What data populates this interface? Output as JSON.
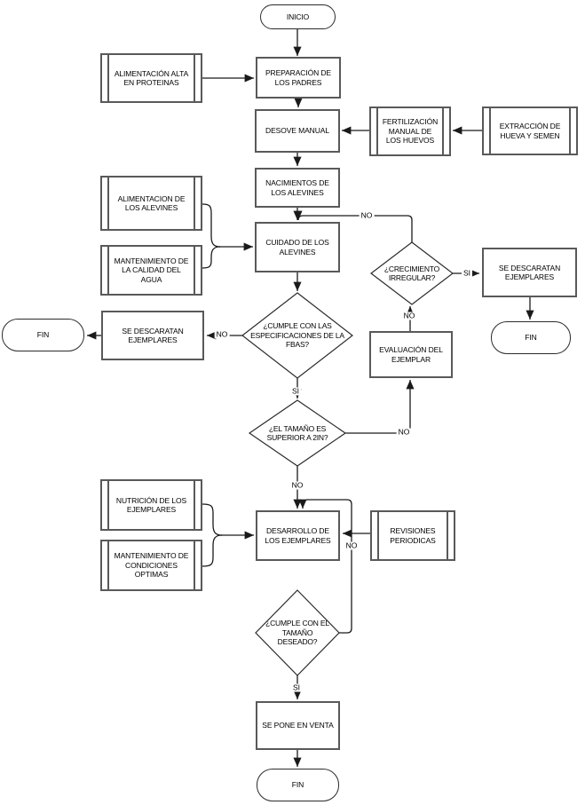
{
  "nodes": {
    "inicio": "INICIO",
    "alimentacion_alta": "ALIMENTACIÓN ALTA EN PROTEINAS",
    "preparacion_padres": "PREPARACIÓN DE LOS PADRES",
    "desove_manual": "DESOVE MANUAL",
    "fertilizacion_huevos": "FERTILIZACIÓN MANUAL DE LOS HUEVOS",
    "extraccion_hueva": "EXTRACCIÓN DE HUEVA Y SEMEN",
    "nacimientos_alevines": "NACIMIENTOS DE LOS ALEVINES",
    "alimentacion_alevines": "ALIMENTACION DE LOS ALEVINES",
    "mantenimiento_agua": "MANTENIMIENTO DE LA CALIDAD DEL AGUA",
    "cuidado_alevines": "CUIDADO DE LOS ALEVINES",
    "decision_fbas": "¿CUMPLE CON LAS ESPECIFICACIONES DE LA FBAS?",
    "se_descartan_izq": "SE DESCARATAN EJEMPLARES",
    "fin_izq": "FIN",
    "decision_crecimiento": "¿CRECIMIENTO IRREGULAR?",
    "se_descartan_der": "SE DESCARATAN EJEMPLARES",
    "fin_der": "FIN",
    "evaluacion_ejemplar": "EVALUACIÓN DEL EJEMPLAR",
    "decision_tamano_2in": "¿EL TAMAÑO ES SUPERIOR A 2IN?",
    "nutricion_ejemplares": "NUTRICIÓN DE LOS EJEMPLARES",
    "mantenimiento_condiciones": "MANTENIMIENTO DE CONDICIONES OPTIMAS",
    "desarrollo_ejemplares": "DESARROLLO DE LOS EJEMPLARES",
    "revisiones_periodicas": "REVISIONES PERIODICAS",
    "decision_tamano_deseado": "¿CUMPLE CON EL TAMAÑO DESEADO?",
    "se_pone_venta": "SE PONE EN VENTA",
    "fin_abajo": "FIN"
  },
  "edge_labels": {
    "fbas_no": "NO",
    "fbas_si": "SI",
    "crecimiento_no": "NO",
    "crecimiento_si": "SI",
    "evaluacion_no": "NO",
    "tamano2in_no_right": "NO",
    "tamano2in_no_bottom": "NO",
    "tamano_deseado_no": "NO",
    "tamano_deseado_si": "SI"
  },
  "colors": {
    "shape_border": "#595959",
    "line": "#1a1a1a",
    "background": "#ffffff",
    "text": "#000000"
  }
}
